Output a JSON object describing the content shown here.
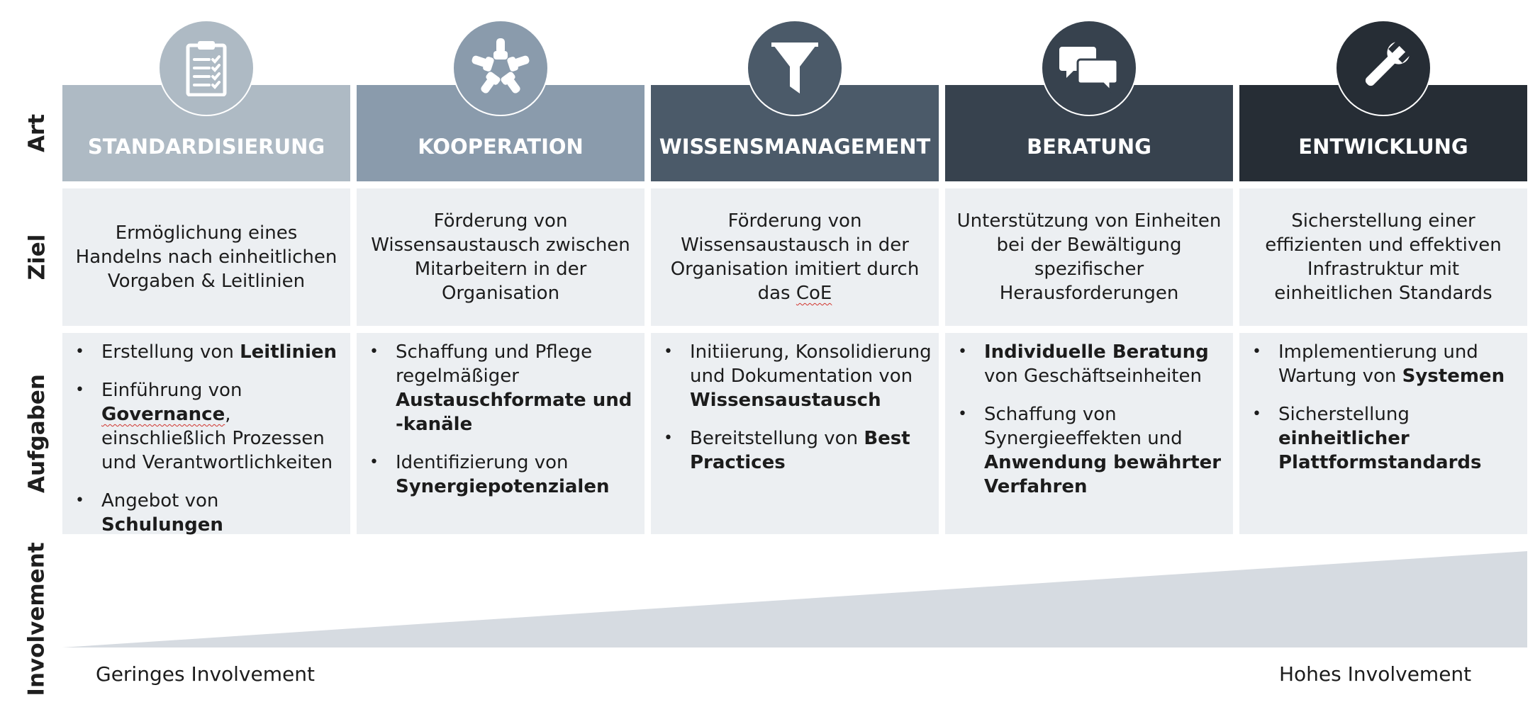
{
  "rows": {
    "art": "Art",
    "ziel": "Ziel",
    "aufgaben": "Aufgaben",
    "involvement": "Involvement"
  },
  "columns": [
    {
      "title": "STANDARDISIERUNG",
      "icon": "clipboard-checklist-icon",
      "color": "#aebac4",
      "goal": "Ermöglichung eines Handelns nach einheitlichen Vorgaben & Leitlinien",
      "tasks": [
        [
          {
            "t": "Erstellung von "
          },
          {
            "t": "Leitlinien",
            "b": true
          }
        ],
        [
          {
            "t": "Einführung von "
          },
          {
            "t": "Governance",
            "b": true,
            "squiggle": true
          },
          {
            "t": ", einschließlich Prozessen und Verantwortlichkeiten"
          }
        ],
        [
          {
            "t": "Angebot von "
          },
          {
            "t": "Schulungen",
            "b": true
          }
        ]
      ]
    },
    {
      "title": "KOOPERATION",
      "icon": "hands-together-icon",
      "color": "#8a9bac",
      "goal": "Förderung von Wissensaustausch zwischen Mitarbeitern in der Organisation",
      "tasks": [
        [
          {
            "t": "Schaffung und Pflege regelmäßiger "
          },
          {
            "t": "Austauschformate und -kanäle",
            "b": true
          }
        ],
        [
          {
            "t": "Identifizierung von "
          },
          {
            "t": "Synergiepotenzialen",
            "b": true
          }
        ]
      ]
    },
    {
      "title": "WISSENSMANAGEMENT",
      "icon": "funnel-icon",
      "color": "#4b5a69",
      "goal": [
        {
          "t": "Förderung von Wissensaustausch in der Organisation imitiert durch das "
        },
        {
          "t": "CoE",
          "squiggle": true
        }
      ],
      "tasks": [
        [
          {
            "t": "Initiierung, Konsolidierung und Dokumentation von "
          },
          {
            "t": "Wissensaustausch",
            "b": true
          }
        ],
        [
          {
            "t": "Bereitstellung von "
          },
          {
            "t": "Best Practices",
            "b": true
          }
        ]
      ]
    },
    {
      "title": "BERATUNG",
      "icon": "speech-bubbles-icon",
      "color": "#37424e",
      "goal": "Unterstützung von Einheiten bei der Bewältigung spezifischer Herausforderungen",
      "tasks": [
        [
          {
            "t": "Individuelle Beratung",
            "b": true
          },
          {
            "t": " von Geschäftseinheiten"
          }
        ],
        [
          {
            "t": "Schaffung von Synergieeffekten und "
          },
          {
            "t": "Anwendung bewährter Verfahren",
            "b": true
          }
        ]
      ]
    },
    {
      "title": "ENTWICKLUNG",
      "icon": "wrench-icon",
      "color": "#262d35",
      "goal": "Sicherstellung einer effizienten und effektiven Infrastruktur mit einheitlichen Standards",
      "tasks": [
        [
          {
            "t": "Implementierung und Wartung von "
          },
          {
            "t": "Systemen",
            "b": true
          }
        ],
        [
          {
            "t": "Sicherstellung "
          },
          {
            "t": "einheitlicher Plattformstandards",
            "b": true
          }
        ]
      ]
    }
  ],
  "involvement": {
    "low": "Geringes Involvement",
    "high": "Hohes Involvement",
    "wedge_color": "#d6dbe1"
  },
  "goal_bg": "#eceff2"
}
